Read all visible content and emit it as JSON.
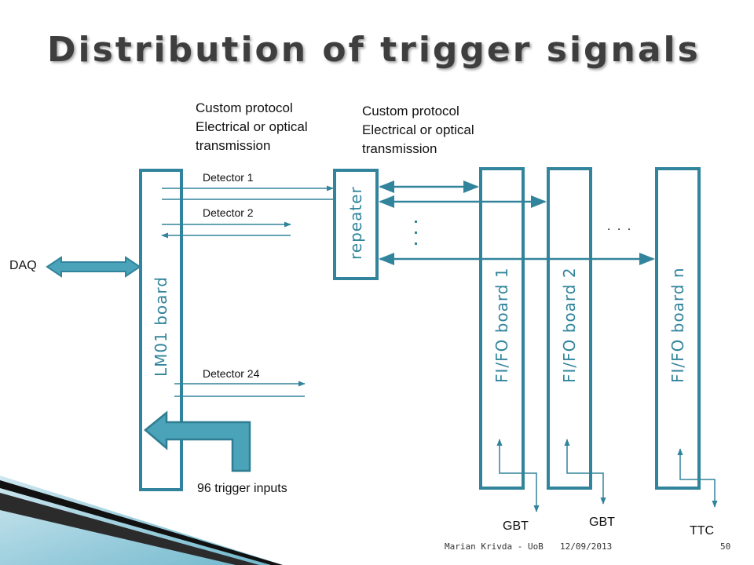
{
  "slide": {
    "title": "Distribution of trigger signals",
    "protocol_left": [
      "Custom protocol",
      "Electrical or optical",
      "transmission"
    ],
    "protocol_right": [
      "Custom protocol",
      "Electrical or optical",
      "transmission"
    ],
    "detector_labels": [
      "Detector 1",
      "Detector 2",
      "Detector 24"
    ],
    "daq_label": "DAQ",
    "trigger_inputs_label": "96 trigger inputs",
    "boards": {
      "lm01": "LM01 board",
      "repeater": "repeater",
      "fifo_1": "FI/FO board 1",
      "fifo_2": "FI/FO board 2",
      "fifo_n": "FI/FO board n"
    },
    "ellipsis": ". . .",
    "bottom_labels": [
      "GBT",
      "GBT",
      "TTC"
    ],
    "footer": {
      "author": "Marian Krivda - UoB",
      "date": "12/09/2013",
      "page": "50"
    }
  },
  "colors": {
    "accent": "#31849b",
    "title": "#3e3e3e",
    "arrow_fill": "#4aa3b8"
  }
}
